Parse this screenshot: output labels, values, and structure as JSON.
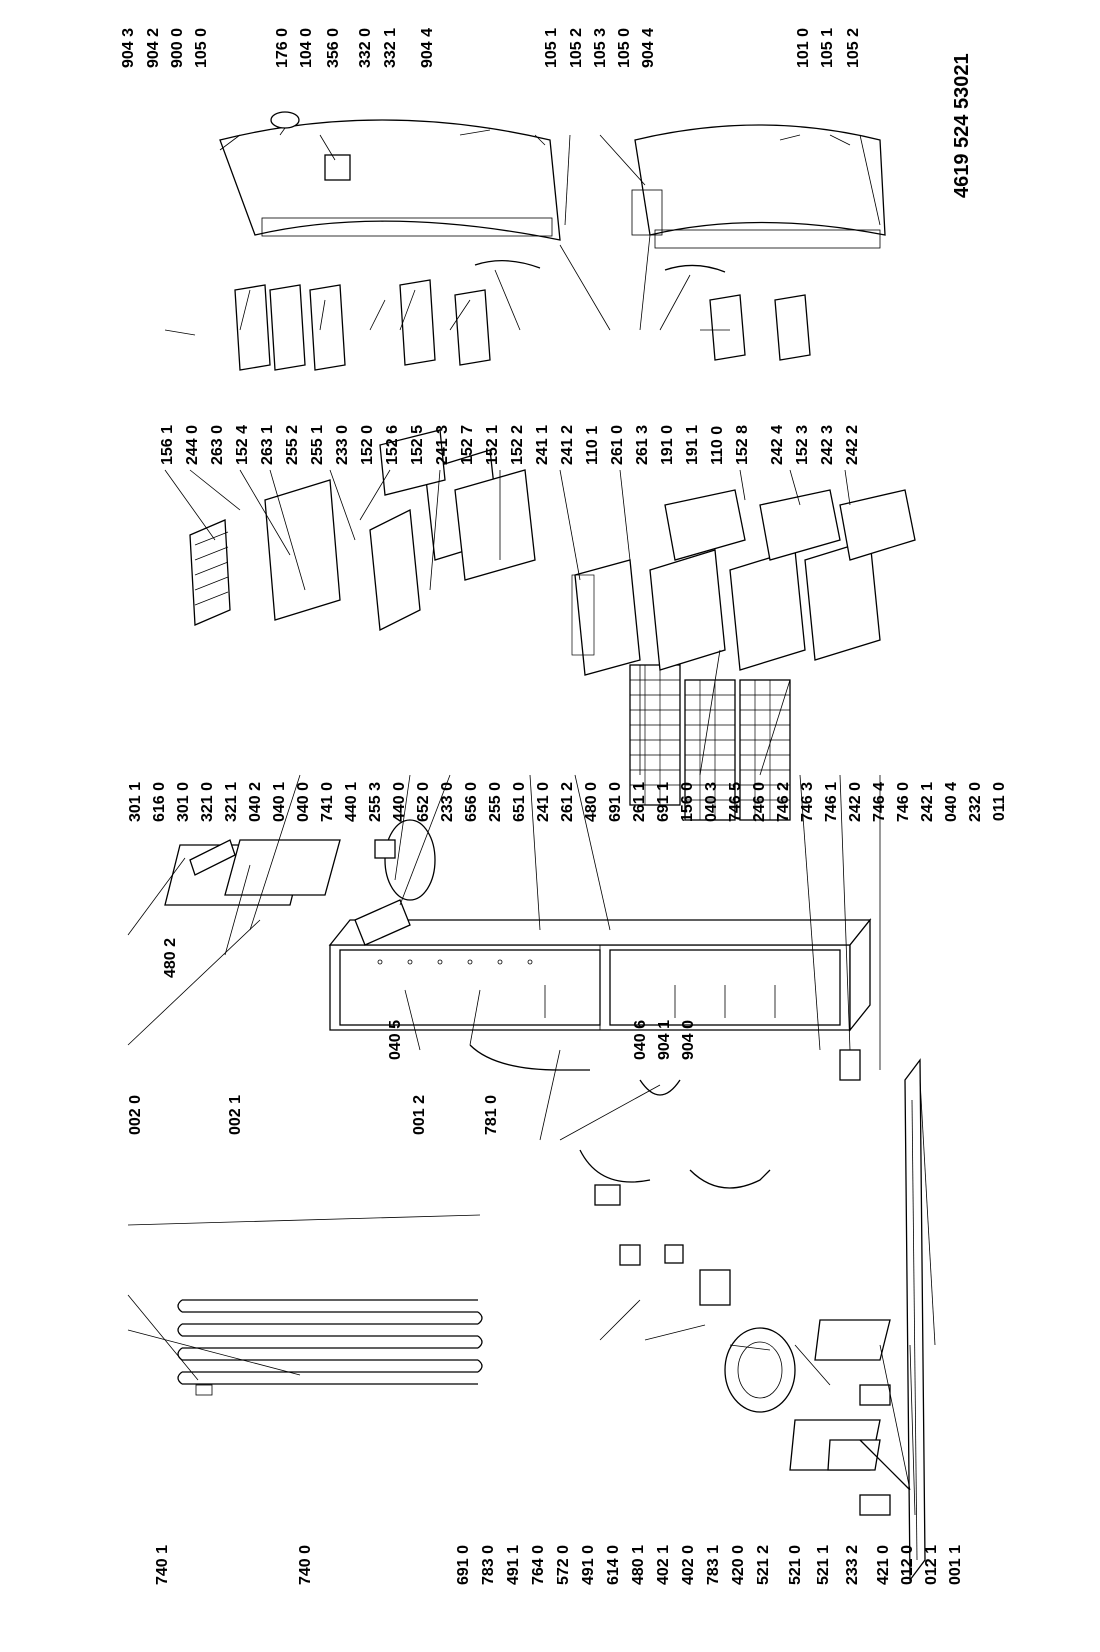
{
  "document_code": "4619 524 53021",
  "labels_top_right": [
    "904 3",
    "904 2",
    "900 0",
    "105 0",
    "176 0",
    "104 0",
    "356 0",
    "332 0",
    "332 1",
    "904 4",
    "105 1",
    "105 2",
    "105 3",
    "105 0",
    "904 4",
    "101 0",
    "105 1",
    "105 2"
  ],
  "labels_middle_right": [
    "156 1",
    "244 0",
    "263 0",
    "152 4",
    "263 1",
    "255 2",
    "255 1",
    "233 0",
    "152 0",
    "152 6",
    "152 5",
    "241 3",
    "152 7",
    "152 1",
    "152 2",
    "241 1",
    "241 2",
    "110 1",
    "261 0",
    "261 3",
    "191 0",
    "191 1",
    "110 0",
    "152 8",
    "242 4",
    "152 3",
    "242 3",
    "242 2"
  ],
  "labels_middle_left": [
    "301 1",
    "616 0",
    "301 0",
    "321 0",
    "321 1",
    "040 2",
    "040 1",
    "040 0",
    "741 0",
    "440 1",
    "255 3",
    "440 0",
    "652 0",
    "233 0",
    "656 0",
    "255 0",
    "651 0",
    "241 0",
    "261 2",
    "480 0",
    "691 0",
    "261 1",
    "691 1",
    "156 0",
    "040 3",
    "746 5",
    "246 0",
    "746 2",
    "746 3",
    "746 1",
    "242 0",
    "746 4",
    "746 0",
    "242 1",
    "040 4",
    "232 0",
    "011 0"
  ],
  "labels_left": [
    "480 2",
    "002 0",
    "002 1",
    "001 2",
    "781 0",
    "040 5",
    "040 6",
    "904 1",
    "904 0"
  ],
  "labels_bottom": [
    "740 1",
    "740 0",
    "691 0",
    "783 0",
    "491 1",
    "764 0",
    "572 0",
    "491 0",
    "614 0",
    "480 1",
    "402 1",
    "402 0",
    "783 1",
    "420 0",
    "521 2",
    "521 0",
    "521 1",
    "233 2",
    "421 0",
    "012 0",
    "012 1",
    "001 1"
  ]
}
